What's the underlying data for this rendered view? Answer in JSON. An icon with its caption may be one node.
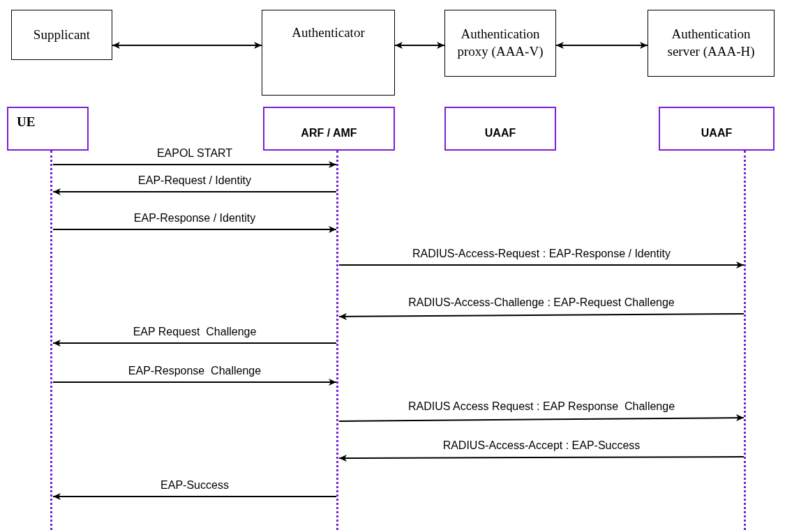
{
  "diagram": {
    "nodes": [
      {
        "text": [
          "Supplicant"
        ]
      },
      {
        "text": [
          "Authenticator"
        ]
      },
      {
        "text": [
          "Authentication proxy (AAA-V)"
        ]
      },
      {
        "text": [
          "Authentication server (AAA-H)"
        ]
      },
      {
        "text": [
          "UE"
        ]
      },
      {
        "text": [
          "ARF / AMF"
        ]
      },
      {
        "text": [
          "UAAF"
        ]
      },
      {
        "text": [
          "UAAF"
        ]
      },
      {
        "text": [],
        "shape": "bar"
      },
      {
        "text": [],
        "shape": "bar"
      },
      {
        "text": [],
        "shape": "bar"
      }
    ],
    "edges": [
      {
        "from": 0,
        "to": 1,
        "arrow": "both"
      },
      {
        "from": 1,
        "to": 2,
        "arrow": "both"
      },
      {
        "from": 2,
        "to": 3,
        "arrow": "both"
      },
      {
        "from": 8,
        "to": 9,
        "arrow": "to",
        "label": "EAPOL START"
      },
      {
        "from": 9,
        "to": 8,
        "arrow": "to",
        "label": "EAP-Request / Identity"
      },
      {
        "from": 8,
        "to": 9,
        "arrow": "to",
        "label": "EAP-Response / Identity"
      },
      {
        "from": 9,
        "to": 10,
        "arrow": "to",
        "label": "RADIUS-Access-Request : EAP-Response / Identity"
      },
      {
        "from": 10,
        "to": 9,
        "arrow": "to",
        "label": "RADIUS-Access-Challenge : EAP-Request Challenge"
      },
      {
        "from": 9,
        "to": 8,
        "arrow": "to",
        "label": "EAP Request  Challenge"
      },
      {
        "from": 8,
        "to": 9,
        "arrow": "to",
        "label": "EAP-Response  Challenge"
      },
      {
        "from": 9,
        "to": 10,
        "arrow": "to",
        "label": "RADIUS Access Request : EAP Response  Challenge"
      },
      {
        "from": 10,
        "to": 9,
        "arrow": "to",
        "label": "RADIUS-Access-Accept : EAP-Success"
      },
      {
        "from": 9,
        "to": 8,
        "arrow": "to",
        "label": "EAP-Success"
      }
    ]
  }
}
